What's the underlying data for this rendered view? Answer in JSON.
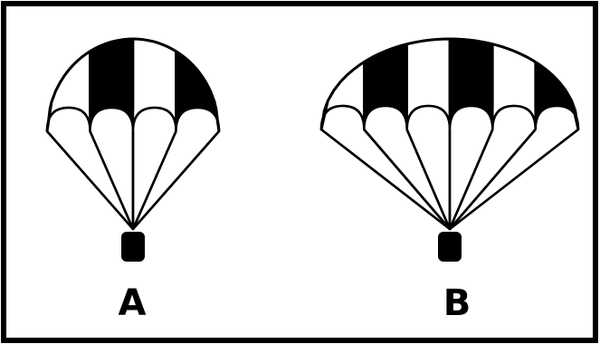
{
  "figure": {
    "colors": {
      "ink": "#000000",
      "canopy_light": "#ffffff",
      "canopy_dark": "#000000",
      "background": "#ffffff"
    },
    "parachutes": [
      {
        "label": "A",
        "gores": 4,
        "gore_pattern": [
          "light",
          "dark",
          "light",
          "dark"
        ]
      },
      {
        "label": "B",
        "gores": 6,
        "gore_pattern": [
          "light",
          "dark",
          "light",
          "dark",
          "light",
          "dark"
        ]
      }
    ]
  }
}
